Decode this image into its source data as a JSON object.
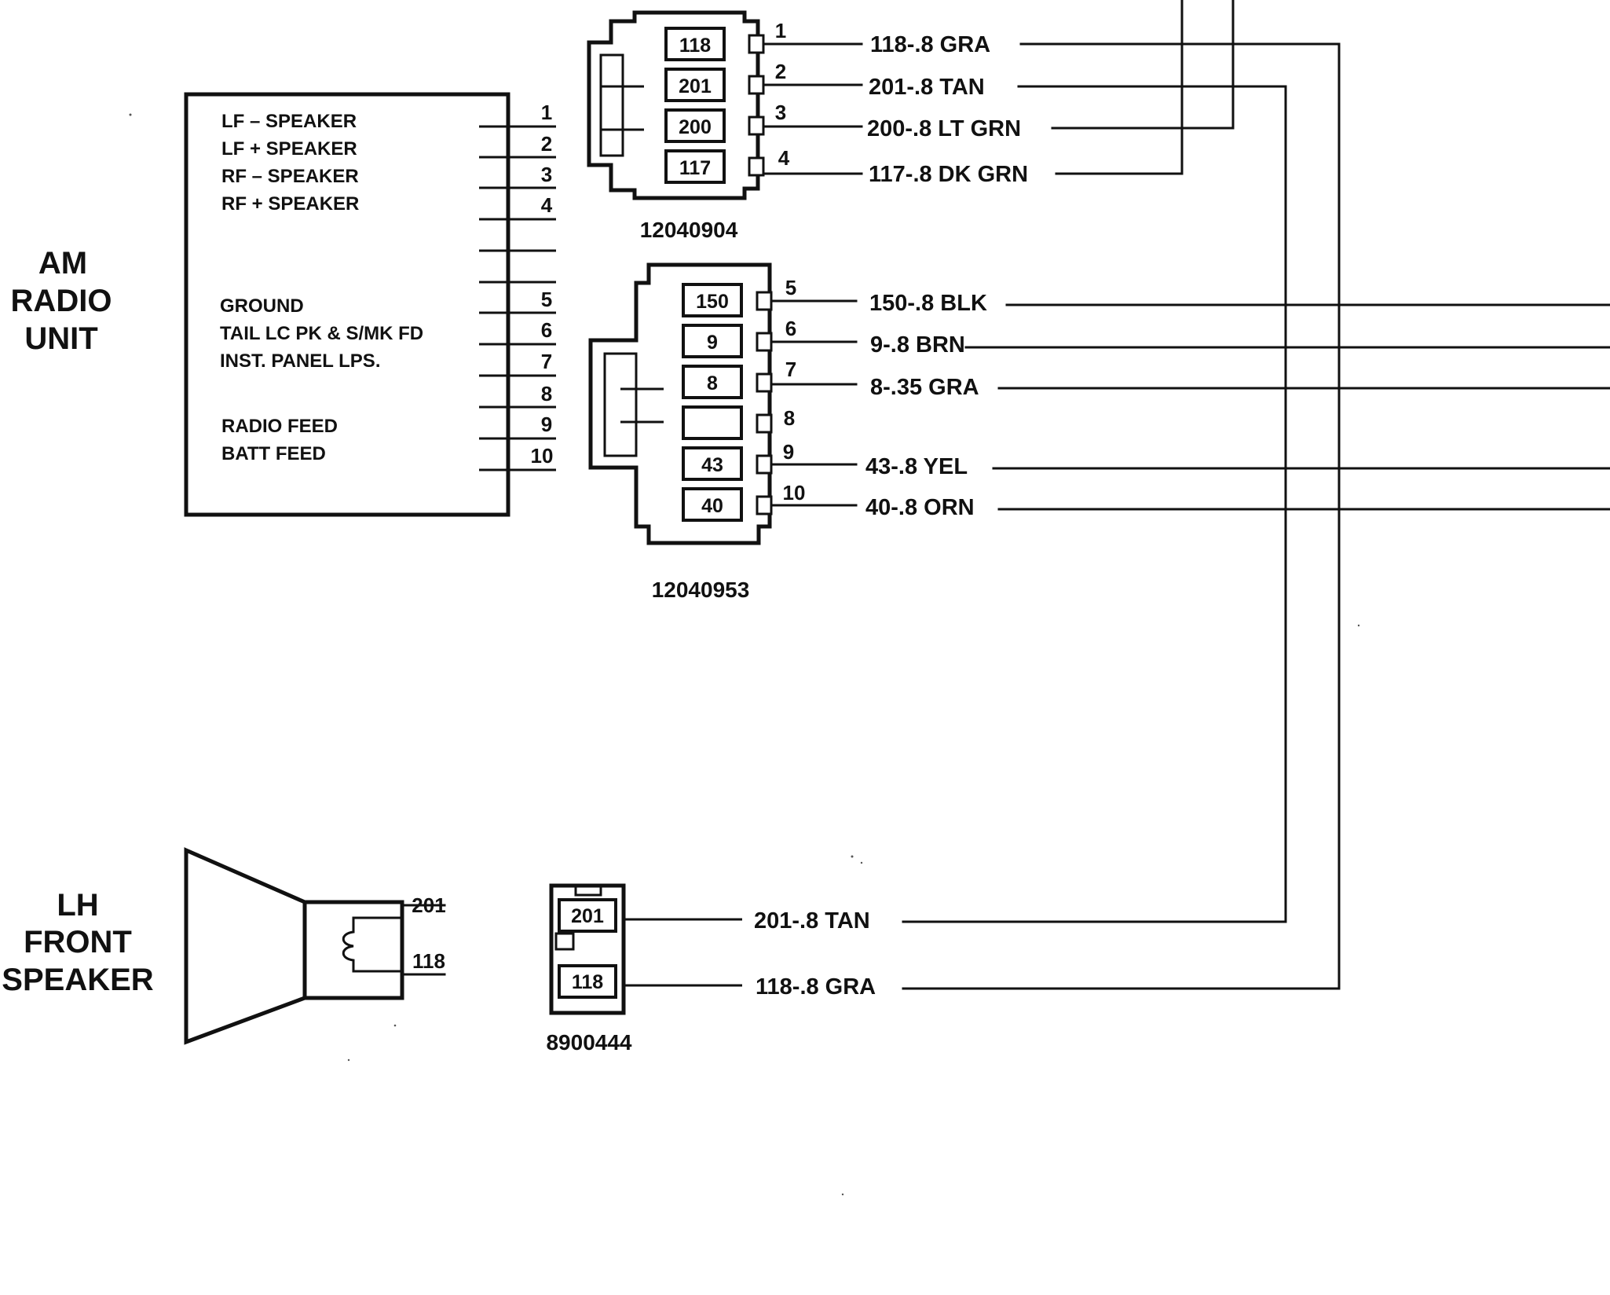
{
  "radio_unit": {
    "title_lines": [
      "AM",
      "RADIO",
      "UNIT"
    ],
    "function_labels": [
      "LF – SPEAKER",
      "LF + SPEAKER",
      "RF – SPEAKER",
      "RF + SPEAKER",
      "GROUND",
      "TAIL LC PK & S/MK FD",
      "INST. PANEL LPS.",
      "RADIO FEED",
      "BATT FEED"
    ],
    "pin_numbers": [
      "1",
      "2",
      "3",
      "4",
      "5",
      "6",
      "7",
      "8",
      "9",
      "10"
    ]
  },
  "connector_a": {
    "part_number": "12040904",
    "cavities": [
      "118",
      "201",
      "200",
      "117"
    ],
    "pins": [
      "1",
      "2",
      "3",
      "4"
    ],
    "wires": [
      "118-.8 GRA",
      "201-.8 TAN",
      "200-.8 LT GRN",
      "117-.8 DK GRN"
    ]
  },
  "connector_b": {
    "part_number": "12040953",
    "cavities": [
      "150",
      "9",
      "8",
      "",
      "43",
      "40"
    ],
    "pins": [
      "5",
      "6",
      "7",
      "8",
      "9",
      "10"
    ],
    "wires": [
      "150-.8 BLK",
      "9-.8 BRN",
      "8-.35 GRA",
      "43-.8 YEL",
      "40-.8 ORN"
    ]
  },
  "speaker": {
    "title_lines": [
      "LH",
      "FRONT",
      "SPEAKER"
    ],
    "terminals": [
      "201",
      "118"
    ]
  },
  "connector_c": {
    "part_number": "8900444",
    "cavities": [
      "201",
      "118"
    ],
    "wires": [
      "201-.8 TAN",
      "118-.8 GRA"
    ]
  }
}
